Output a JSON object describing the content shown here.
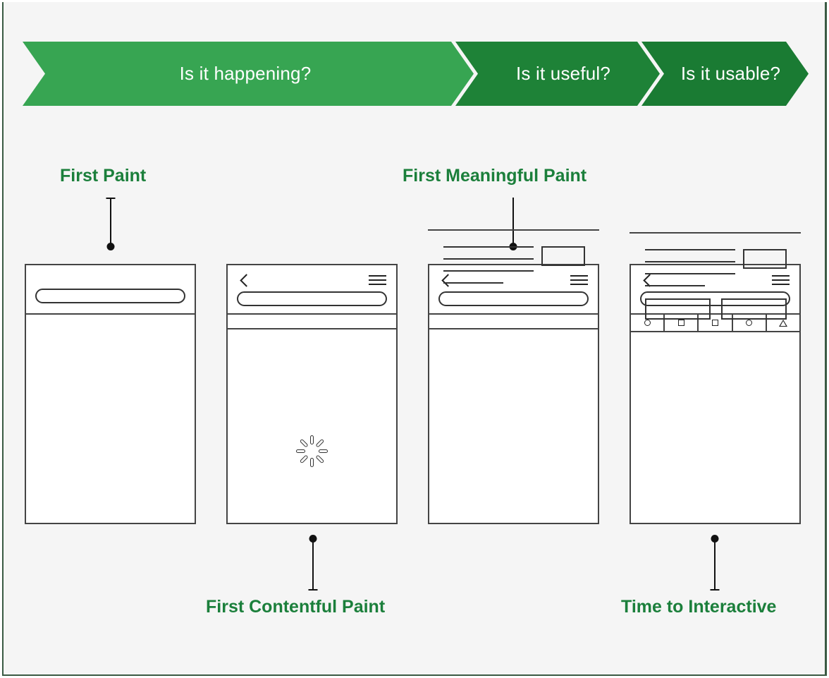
{
  "page": {
    "background_color": "#f5f5f5",
    "border_color": "#3a5a43"
  },
  "banner": {
    "segments": [
      {
        "label": "Is it happening?",
        "color": "#37a552",
        "text_color": "#ffffff"
      },
      {
        "label": "Is it useful?",
        "color": "#1e8237",
        "text_color": "#ffffff"
      },
      {
        "label": "Is it usable?",
        "color": "#1a7b33",
        "text_color": "#ffffff"
      }
    ]
  },
  "metrics": {
    "accent_color": "#1b7f3b",
    "items": [
      {
        "key": "first_paint",
        "label": "First Paint",
        "position": "above",
        "phone": 1
      },
      {
        "key": "first_contentful_paint",
        "label": "First Contentful Paint",
        "position": "below",
        "phone": 2
      },
      {
        "key": "first_meaningful_paint",
        "label": "First Meaningful Paint",
        "position": "above",
        "phone": 3
      },
      {
        "key": "time_to_interactive",
        "label": "Time to Interactive",
        "position": "below",
        "phone": 4
      }
    ]
  },
  "phones": [
    {
      "id": "phone-1",
      "stage": "first-paint",
      "header": {
        "has_back_chevron": false,
        "has_hamburger": false,
        "has_url_bar": true
      },
      "has_thin_bar": false,
      "has_icon_bar": false,
      "has_spinner": false,
      "content": {
        "visible": false,
        "text_lines": 0,
        "side_box": false,
        "buttons": 0
      }
    },
    {
      "id": "phone-2",
      "stage": "first-contentful-paint",
      "header": {
        "has_back_chevron": true,
        "has_hamburger": true,
        "has_url_bar": true
      },
      "has_thin_bar": true,
      "has_icon_bar": false,
      "has_spinner": true,
      "content": {
        "visible": false,
        "text_lines": 0,
        "side_box": false,
        "buttons": 0
      }
    },
    {
      "id": "phone-3",
      "stage": "first-meaningful-paint",
      "header": {
        "has_back_chevron": true,
        "has_hamburger": true,
        "has_url_bar": true
      },
      "has_thin_bar": true,
      "has_icon_bar": false,
      "has_spinner": false,
      "content": {
        "visible": true,
        "text_lines": 4,
        "side_box": true,
        "buttons": 0
      }
    },
    {
      "id": "phone-4",
      "stage": "time-to-interactive",
      "header": {
        "has_back_chevron": true,
        "has_hamburger": true,
        "has_url_bar": true
      },
      "has_thin_bar": false,
      "has_icon_bar": true,
      "has_spinner": false,
      "content": {
        "visible": true,
        "text_lines": 4,
        "side_box": true,
        "buttons": 2
      }
    }
  ],
  "icon_bar": {
    "cells": [
      {
        "shape": "circle",
        "name": "circle-icon"
      },
      {
        "shape": "square",
        "name": "square-icon"
      },
      {
        "shape": "square",
        "name": "square-icon"
      },
      {
        "shape": "circle",
        "name": "circle-icon"
      },
      {
        "shape": "triangle",
        "name": "triangle-icon"
      }
    ]
  },
  "spinner": {
    "segments": 8,
    "name": "loading-spinner-icon"
  }
}
